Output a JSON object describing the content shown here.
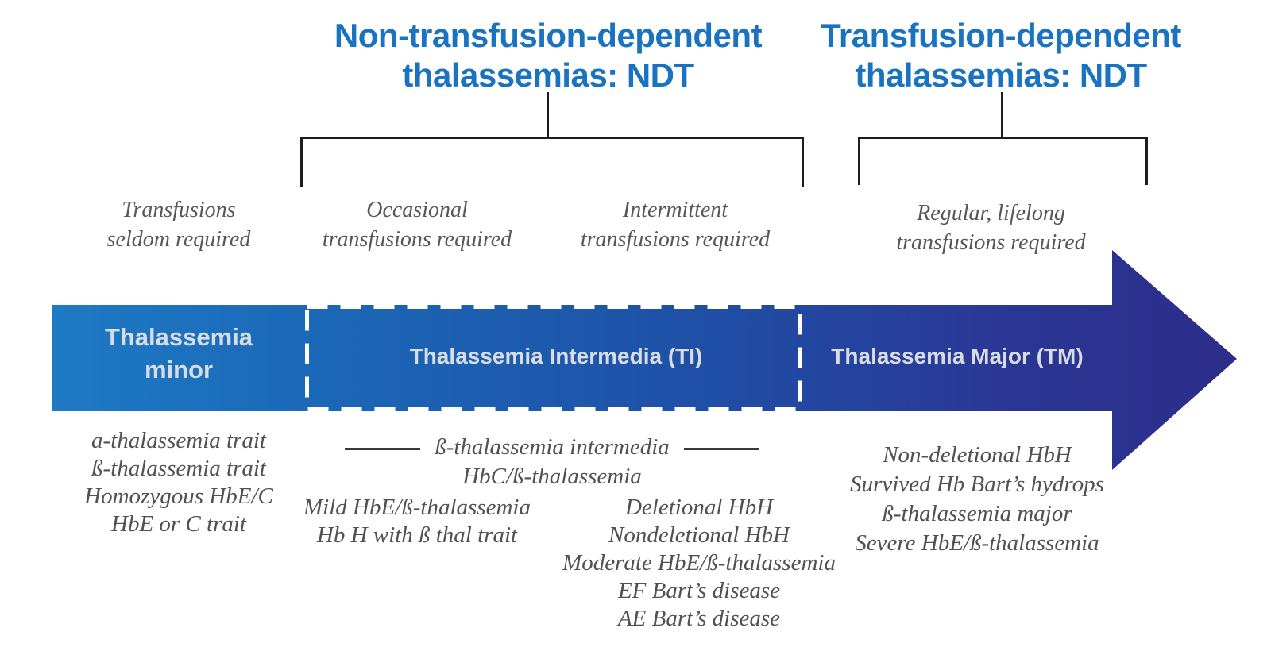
{
  "headers": {
    "ndt": {
      "line1": "Non-transfusion-dependent",
      "line2": "thalassemias: NDT"
    },
    "tdt": {
      "line1": "Transfusion-dependent",
      "line2": "thalassemias: NDT"
    }
  },
  "notes": {
    "minor": {
      "line1": "Transfusions",
      "line2": "seldom required"
    },
    "occasional": {
      "line1": "Occasional",
      "line2": "transfusions required"
    },
    "intermittent": {
      "line1": "Intermittent",
      "line2": "transfusions required"
    },
    "regular": {
      "line1": "Regular, lifelong",
      "line2": "transfusions required"
    }
  },
  "sections": {
    "minor": {
      "line1": "Thalassemia",
      "line2": "minor"
    },
    "intermedia": {
      "label": "Thalassemia Intermedia (TI)"
    },
    "major": {
      "label": "Thalassemia Major (TM)"
    }
  },
  "lists": {
    "minor": [
      "a-thalassemia trait",
      "ß-thalassemia trait",
      "Homozygous HbE/C",
      "HbE or C trait"
    ],
    "ti_shared": [
      "ß-thalassemia intermedia",
      "HbC/ß-thalassemia"
    ],
    "ti_left": [
      "Mild HbE/ß-thalassemia",
      "Hb H with ß thal trait"
    ],
    "ti_right": [
      "Deletional HbH",
      "Nondeletional HbH",
      "Moderate HbE/ß-thalassemia",
      "EF Bart’s disease",
      "AE Bart’s disease"
    ],
    "tm": [
      "Non-deletional HbH",
      "Survived Hb Bart’s hydrops",
      "ß-thalassemia major",
      "Severe HbE/ß-thalassemia"
    ]
  },
  "colors": {
    "heading_blue": "#1a73c0",
    "arrow_gradient_start": "#1e7ac4",
    "arrow_gradient_end": "#2c2d89",
    "band_label_text": "#d8dde3",
    "note_text": "#57575a",
    "bracket_line": "#1d1d1d",
    "dashed_border": "#ffffff"
  }
}
